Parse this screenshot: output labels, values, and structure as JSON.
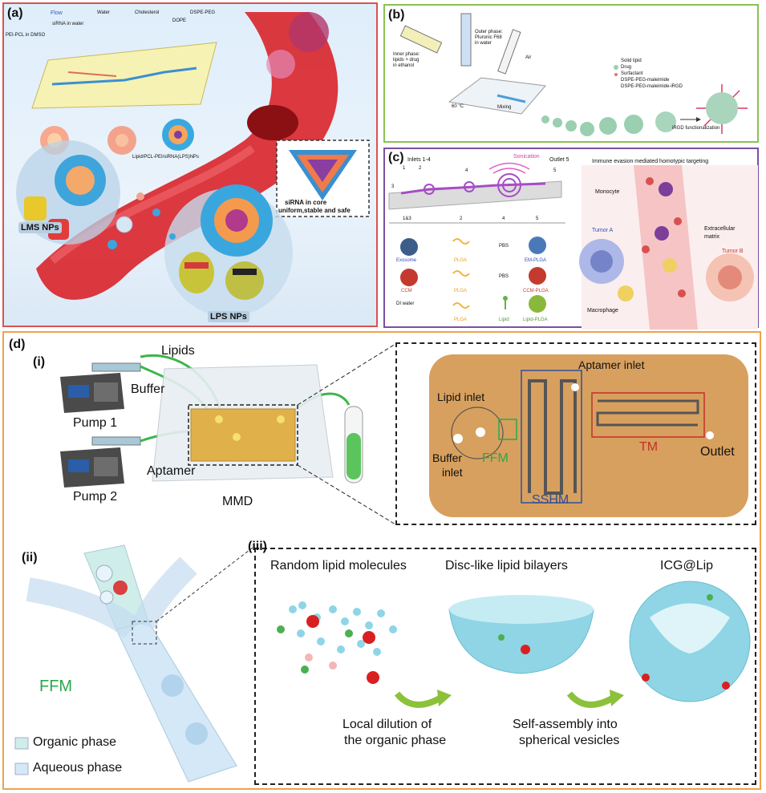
{
  "panel_a": {
    "letter": "(a)",
    "flow_label": "Flow",
    "reagents": {
      "pei_pcl": "PEI-PCL in DMSO",
      "sirna": "siRNA in water",
      "water": "Water",
      "cholesterol": "Cholesterol",
      "dope": "DOPE",
      "dspe_peg": "DSPE-PEG"
    },
    "nanoparticle_caption": "Lipid/PCL-PEI/siRNA(LPS)NPs",
    "inset_line1": "siRNA in core",
    "inset_line2": "uniform,stable and safe",
    "lms": "LMS NPs",
    "lps": "LPS NPs"
  },
  "panel_b": {
    "letter": "(b)",
    "outer_phase": [
      "Outer phase:",
      "Pluronic F68",
      "in water"
    ],
    "inner_phase": [
      "Inner phase:",
      "lipids + drug",
      "in ethanol"
    ],
    "air": "Air",
    "temp": "60 °C",
    "mixing": "Mixing",
    "legend": [
      "Solid lipid",
      "Drug",
      "Surfactant",
      "DSPE-PEG-maleimide",
      "DSPE-PEG-maleimide-iRGD"
    ],
    "functionalization": "iRGD functionalization"
  },
  "panel_c": {
    "letter": "(c)",
    "inlets": "Inlets 1-4",
    "sonication": "Sonication",
    "outlet": "Outlet 5",
    "chip_numbers": [
      "1",
      "2",
      "3",
      "4",
      "5"
    ],
    "table_headers": [
      "1&3",
      "2",
      "4",
      "5"
    ],
    "rows": [
      [
        "Exosome",
        "PLGA",
        "PBS",
        "EM-PLGA"
      ],
      [
        "CCM",
        "PLGA",
        "PBS",
        "CCM-PLGA"
      ],
      [
        "DI water",
        "PLGA",
        "Lipid",
        "Lipid-PLGA"
      ]
    ],
    "right_title": "Immune evasion mediated homotypic targeting",
    "monocyte": "Monocyte",
    "tumor_a": "Tumor A",
    "tumor_b": "Tumor B",
    "ecm": [
      "Extracellular",
      "matrix"
    ],
    "macrophage": "Macrophage"
  },
  "panel_d": {
    "letter": "(d)",
    "sub_i": "(i)",
    "sub_ii": "(ii)",
    "sub_iii": "(iii)",
    "lipids": "Lipids",
    "buffer": "Buffer",
    "aptamer": "Aptamer",
    "pump1": "Pump 1",
    "pump2": "Pump 2",
    "mmd": "MMD",
    "chip": {
      "aptamer_inlet": "Aptamer inlet",
      "lipid_inlet": "Lipid inlet",
      "buffer_inlet": [
        "Buffer",
        "inlet"
      ],
      "ffm": "FFM",
      "sshm": "SSHM",
      "tm": "TM",
      "outlet": "Outlet"
    },
    "ffm_big": "FFM",
    "organic": "Organic phase",
    "aqueous": "Aqueous phase",
    "stage1": "Random lipid molecules",
    "stage2": "Disc-like lipid bilayers",
    "stage3": "ICG@Lip",
    "step1": [
      "Local dilution of",
      "the organic phase"
    ],
    "step2": [
      "Self-assembly into",
      "spherical vesicles"
    ]
  },
  "colors": {
    "panel_a_border": "#d9534f",
    "panel_b_border": "#8cc152",
    "panel_c_border": "#7b4fa3",
    "panel_d_border": "#f0a24a",
    "vessel_red": "#d9232a",
    "lipid_cyan": "#7fd3e0",
    "chip_gold": "#d8a05e",
    "green_flow": "#3cb54a",
    "ffm_green": "#2aa84a",
    "sshm_blue": "#2f4f9a",
    "tm_red": "#c0312b"
  }
}
